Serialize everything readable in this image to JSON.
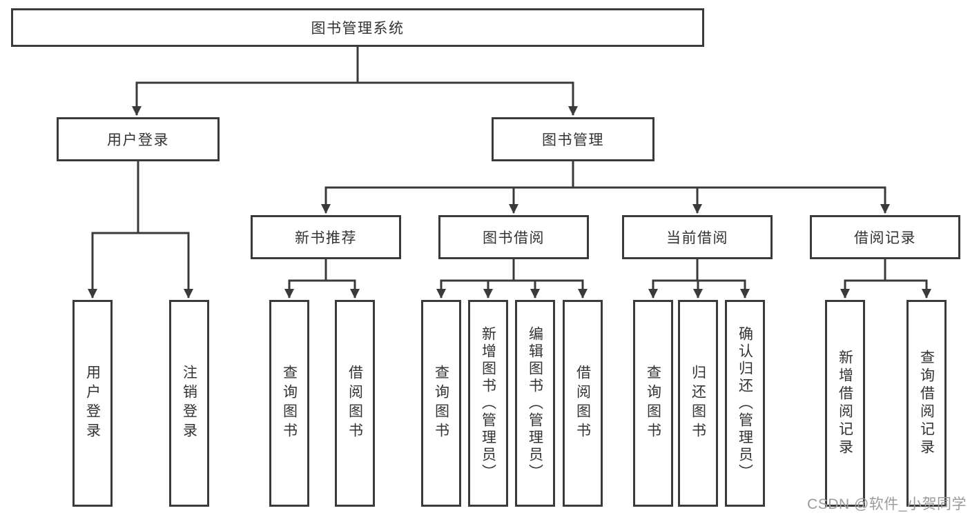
{
  "diagram": {
    "tree": {
      "root": {
        "label": "图书管理系统"
      },
      "level2": [
        {
          "label": "用户登录",
          "children": [
            {
              "label": "用户登录"
            },
            {
              "label": "注销登录"
            }
          ]
        },
        {
          "label": "图书管理",
          "children": [
            {
              "label": "新书推荐",
              "children": [
                {
                  "label": "查询图书"
                },
                {
                  "label": "借阅图书"
                }
              ]
            },
            {
              "label": "图书借阅",
              "children": [
                {
                  "label": "查询图书"
                },
                {
                  "label": "新增图书（管理员）"
                },
                {
                  "label": "编辑图书（管理员）"
                },
                {
                  "label": "借阅图书"
                }
              ]
            },
            {
              "label": "当前借阅",
              "children": [
                {
                  "label": "查询图书"
                },
                {
                  "label": "归还图书"
                },
                {
                  "label": "确认归还（管理员）"
                }
              ]
            },
            {
              "label": "借阅记录",
              "children": [
                {
                  "label": "新增借阅记录"
                },
                {
                  "label": "查询借阅记录"
                }
              ]
            }
          ]
        }
      ]
    },
    "colors": {
      "line": "#3a3a3a",
      "box_border": "#3a3a3a",
      "box_background": "#ffffff",
      "text": "#333333",
      "canvas_background": "#ffffff",
      "watermark": "#9b9b9b"
    }
  },
  "watermark": {
    "text": "CSDN @软件_小贺同学"
  }
}
